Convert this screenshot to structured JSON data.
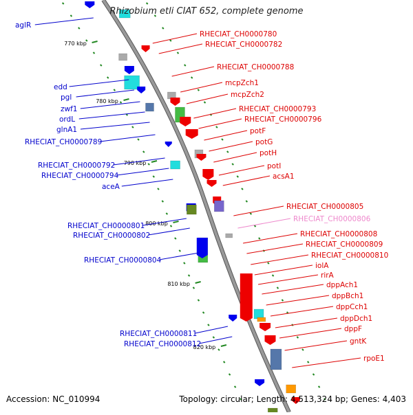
{
  "title": "Rhizobium etli CIAT 652, complete genome",
  "footer": {
    "accession": "Accession: NC_010994",
    "topology": "Topology: circular; Length: 4,513,324 bp; Genes: 4,403"
  },
  "ruler_ticks": [
    "770 kbp",
    "780 kbp",
    "790 kbp",
    "800 kbp",
    "810 kbp",
    "820 kbp"
  ],
  "left_labels": [
    {
      "text": "aglR",
      "color": "#0000cc"
    },
    {
      "text": "edd",
      "color": "#0000cc"
    },
    {
      "text": "pgl",
      "color": "#0000cc"
    },
    {
      "text": "zwf1",
      "color": "#0000cc"
    },
    {
      "text": "ordL",
      "color": "#0000cc"
    },
    {
      "text": "glnA1",
      "color": "#0000cc"
    },
    {
      "text": "RHECIAT_CH0000789",
      "color": "#0000cc"
    },
    {
      "text": "RHECIAT_CH0000792",
      "color": "#0000cc"
    },
    {
      "text": "RHECIAT_CH0000794",
      "color": "#0000cc"
    },
    {
      "text": "aceA",
      "color": "#0000cc"
    },
    {
      "text": "RHECIAT_CH0000801",
      "color": "#0000cc"
    },
    {
      "text": "RHECIAT_CH0000802",
      "color": "#0000cc"
    },
    {
      "text": "RHECIAT_CH0000804",
      "color": "#0000cc"
    },
    {
      "text": "RHECIAT_CH0000811",
      "color": "#0000cc"
    },
    {
      "text": "RHECIAT_CH0000812",
      "color": "#0000cc"
    }
  ],
  "right_labels": [
    {
      "text": "RHECIAT_CH0000780",
      "color": "#dd0000"
    },
    {
      "text": "RHECIAT_CH0000782",
      "color": "#dd0000"
    },
    {
      "text": "RHECIAT_CH0000788",
      "color": "#dd0000"
    },
    {
      "text": "mcpZch1",
      "color": "#dd0000"
    },
    {
      "text": "mcpZch2",
      "color": "#dd0000"
    },
    {
      "text": "RHECIAT_CH0000793",
      "color": "#dd0000"
    },
    {
      "text": "RHECIAT_CH0000796",
      "color": "#dd0000"
    },
    {
      "text": "potF",
      "color": "#dd0000"
    },
    {
      "text": "potG",
      "color": "#dd0000"
    },
    {
      "text": "potH",
      "color": "#dd0000"
    },
    {
      "text": "potI",
      "color": "#dd0000"
    },
    {
      "text": "acsA1",
      "color": "#dd0000"
    },
    {
      "text": "RHECIAT_CH0000805",
      "color": "#dd0000"
    },
    {
      "text": "RHECIAT_CH0000806",
      "color": "#ee88cc"
    },
    {
      "text": "RHECIAT_CH0000808",
      "color": "#dd0000"
    },
    {
      "text": "RHECIAT_CH0000809",
      "color": "#dd0000"
    },
    {
      "text": "RHECIAT_CH0000810",
      "color": "#dd0000"
    },
    {
      "text": "iolA",
      "color": "#dd0000"
    },
    {
      "text": "rirA",
      "color": "#dd0000"
    },
    {
      "text": "dppAch1",
      "color": "#dd0000"
    },
    {
      "text": "dppBch1",
      "color": "#dd0000"
    },
    {
      "text": "dppCch1",
      "color": "#dd0000"
    },
    {
      "text": "dppDch1",
      "color": "#dd0000"
    },
    {
      "text": "dppF",
      "color": "#dd0000"
    },
    {
      "text": "gntK",
      "color": "#dd0000"
    },
    {
      "text": "rpoE1",
      "color": "#dd0000"
    }
  ],
  "colors": {
    "forward": "#0000ee",
    "reverse": "#ee0000",
    "backbone": "#999999",
    "tick": "#228822",
    "grey_gene": "#aaaaaa",
    "green_gene": "#44bb44",
    "cyan_gene": "#22dddd",
    "olive_gene": "#668822",
    "purple_gene": "#7766cc",
    "orange_gene": "#ff9900",
    "steel_gene": "#5577aa"
  }
}
